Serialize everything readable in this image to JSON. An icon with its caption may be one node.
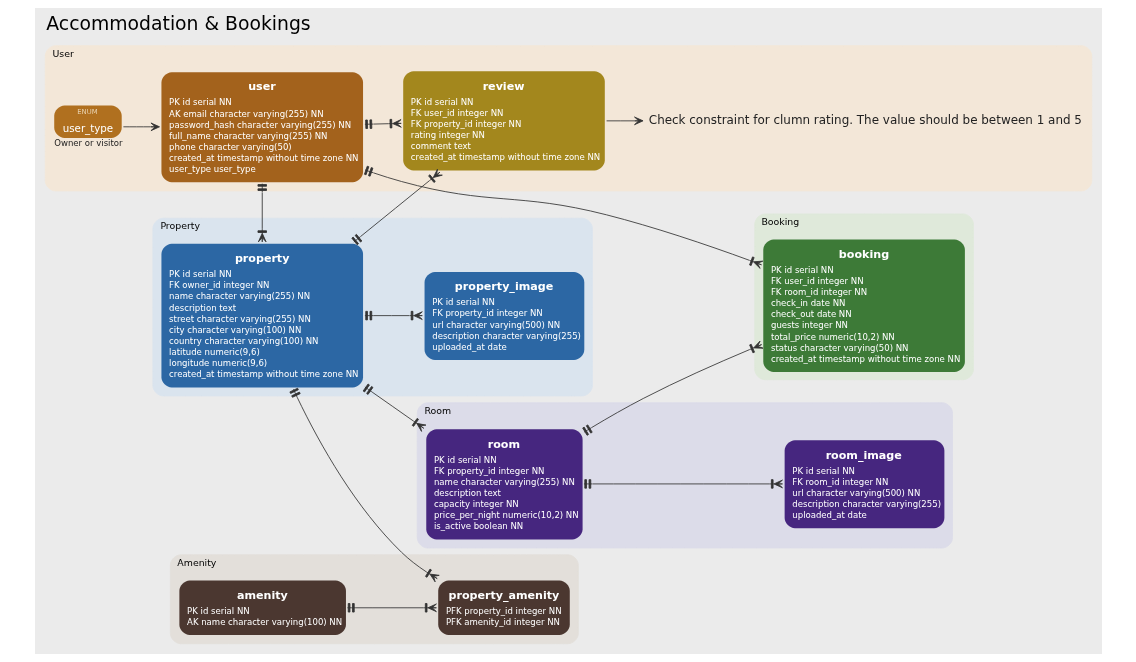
{
  "diagram": {
    "title": "Accommodation & Bookings",
    "nodes": [
      {
        "text": [
          "User"
        ]
      },
      {
        "text": [
          "user",
          "PK id serial NN",
          "AK email character varying(255) NN",
          "password_hash character varying(255) NN",
          "full_name character varying(255) NN",
          "phone character varying(50)",
          "created_at timestamp without time zone NN",
          "user_type user_type"
        ],
        "in": 0
      },
      {
        "text": [
          "ENUM",
          "user_type"
        ],
        "beside": [
          "Owner or visitor"
        ],
        "in": 0
      },
      {
        "text": [
          "review",
          "PK id serial NN",
          "FK user_id integer NN",
          "FK property_id integer NN",
          "rating integer NN",
          "comment text",
          "created_at timestamp without time zone NN"
        ],
        "in": 0
      },
      {
        "text": [
          "Check constraint for clumn rating. The value should be between 1 and 5"
        ],
        "in": 0
      },
      {
        "text": [
          "Booking"
        ]
      },
      {
        "text": [
          "booking",
          "PK id serial NN",
          "FK user_id integer NN",
          "FK room_id integer NN",
          "check_in date NN",
          "check_out date NN",
          "guests integer NN",
          "total_price numeric(10,2) NN",
          "status character varying(50) NN",
          "created_at timestamp without time zone NN"
        ],
        "in": 5
      },
      {
        "text": [
          "Property"
        ]
      },
      {
        "text": [
          "property",
          "PK id serial NN",
          "FK owner_id integer NN",
          "name character varying(255) NN",
          "description text",
          "street character varying(255) NN",
          "city character varying(100) NN",
          "country character varying(100) NN",
          "latitude numeric(9,6)",
          "longitude numeric(9,6)",
          "created_at timestamp without time zone NN"
        ],
        "in": 7
      },
      {
        "text": [
          "property_image",
          "PK id serial NN",
          "FK property_id integer NN",
          "url character varying(500) NN",
          "description character varying(255)",
          "uploaded_at date"
        ],
        "in": 7
      },
      {
        "text": [
          "Room"
        ]
      },
      {
        "text": [
          "room",
          "PK id serial NN",
          "FK property_id integer NN",
          "name character varying(255) NN",
          "description text",
          "capacity integer NN",
          "price_per_night numeric(10,2) NN",
          "is_active boolean NN"
        ],
        "in": 10
      },
      {
        "text": [
          "room_image",
          "PK id serial NN",
          "FK room_id integer NN",
          "url character varying(500) NN",
          "description character varying(255)",
          "uploaded_at date"
        ],
        "in": 10
      },
      {
        "text": [
          "Amenity"
        ]
      },
      {
        "text": [
          "property_amenity",
          "PFK property_id integer NN",
          "PFK amenity_id integer NN"
        ],
        "in": 13
      },
      {
        "text": [
          "amenity",
          "PK id serial NN",
          "AK name character varying(100) NN"
        ],
        "in": 13
      }
    ],
    "edges": [
      {
        "from": 1,
        "to": 6,
        "arrow": "other"
      },
      {
        "from": 1,
        "to": 3,
        "arrow": "other"
      },
      {
        "from": 1,
        "to": 8,
        "arrow": "other"
      },
      {
        "from": 2,
        "to": 1,
        "arrow": "to"
      },
      {
        "from": 3,
        "to": 4,
        "arrow": "to"
      },
      {
        "from": 8,
        "to": 3,
        "arrow": "other"
      },
      {
        "from": 11,
        "to": 6,
        "arrow": "other"
      },
      {
        "from": 8,
        "to": 11,
        "arrow": "other"
      },
      {
        "from": 8,
        "to": 9,
        "arrow": "other"
      },
      {
        "from": 8,
        "to": 14,
        "arrow": "other"
      },
      {
        "from": 11,
        "to": 12,
        "arrow": "other"
      },
      {
        "from": 15,
        "to": 14,
        "arrow": "other"
      }
    ]
  }
}
